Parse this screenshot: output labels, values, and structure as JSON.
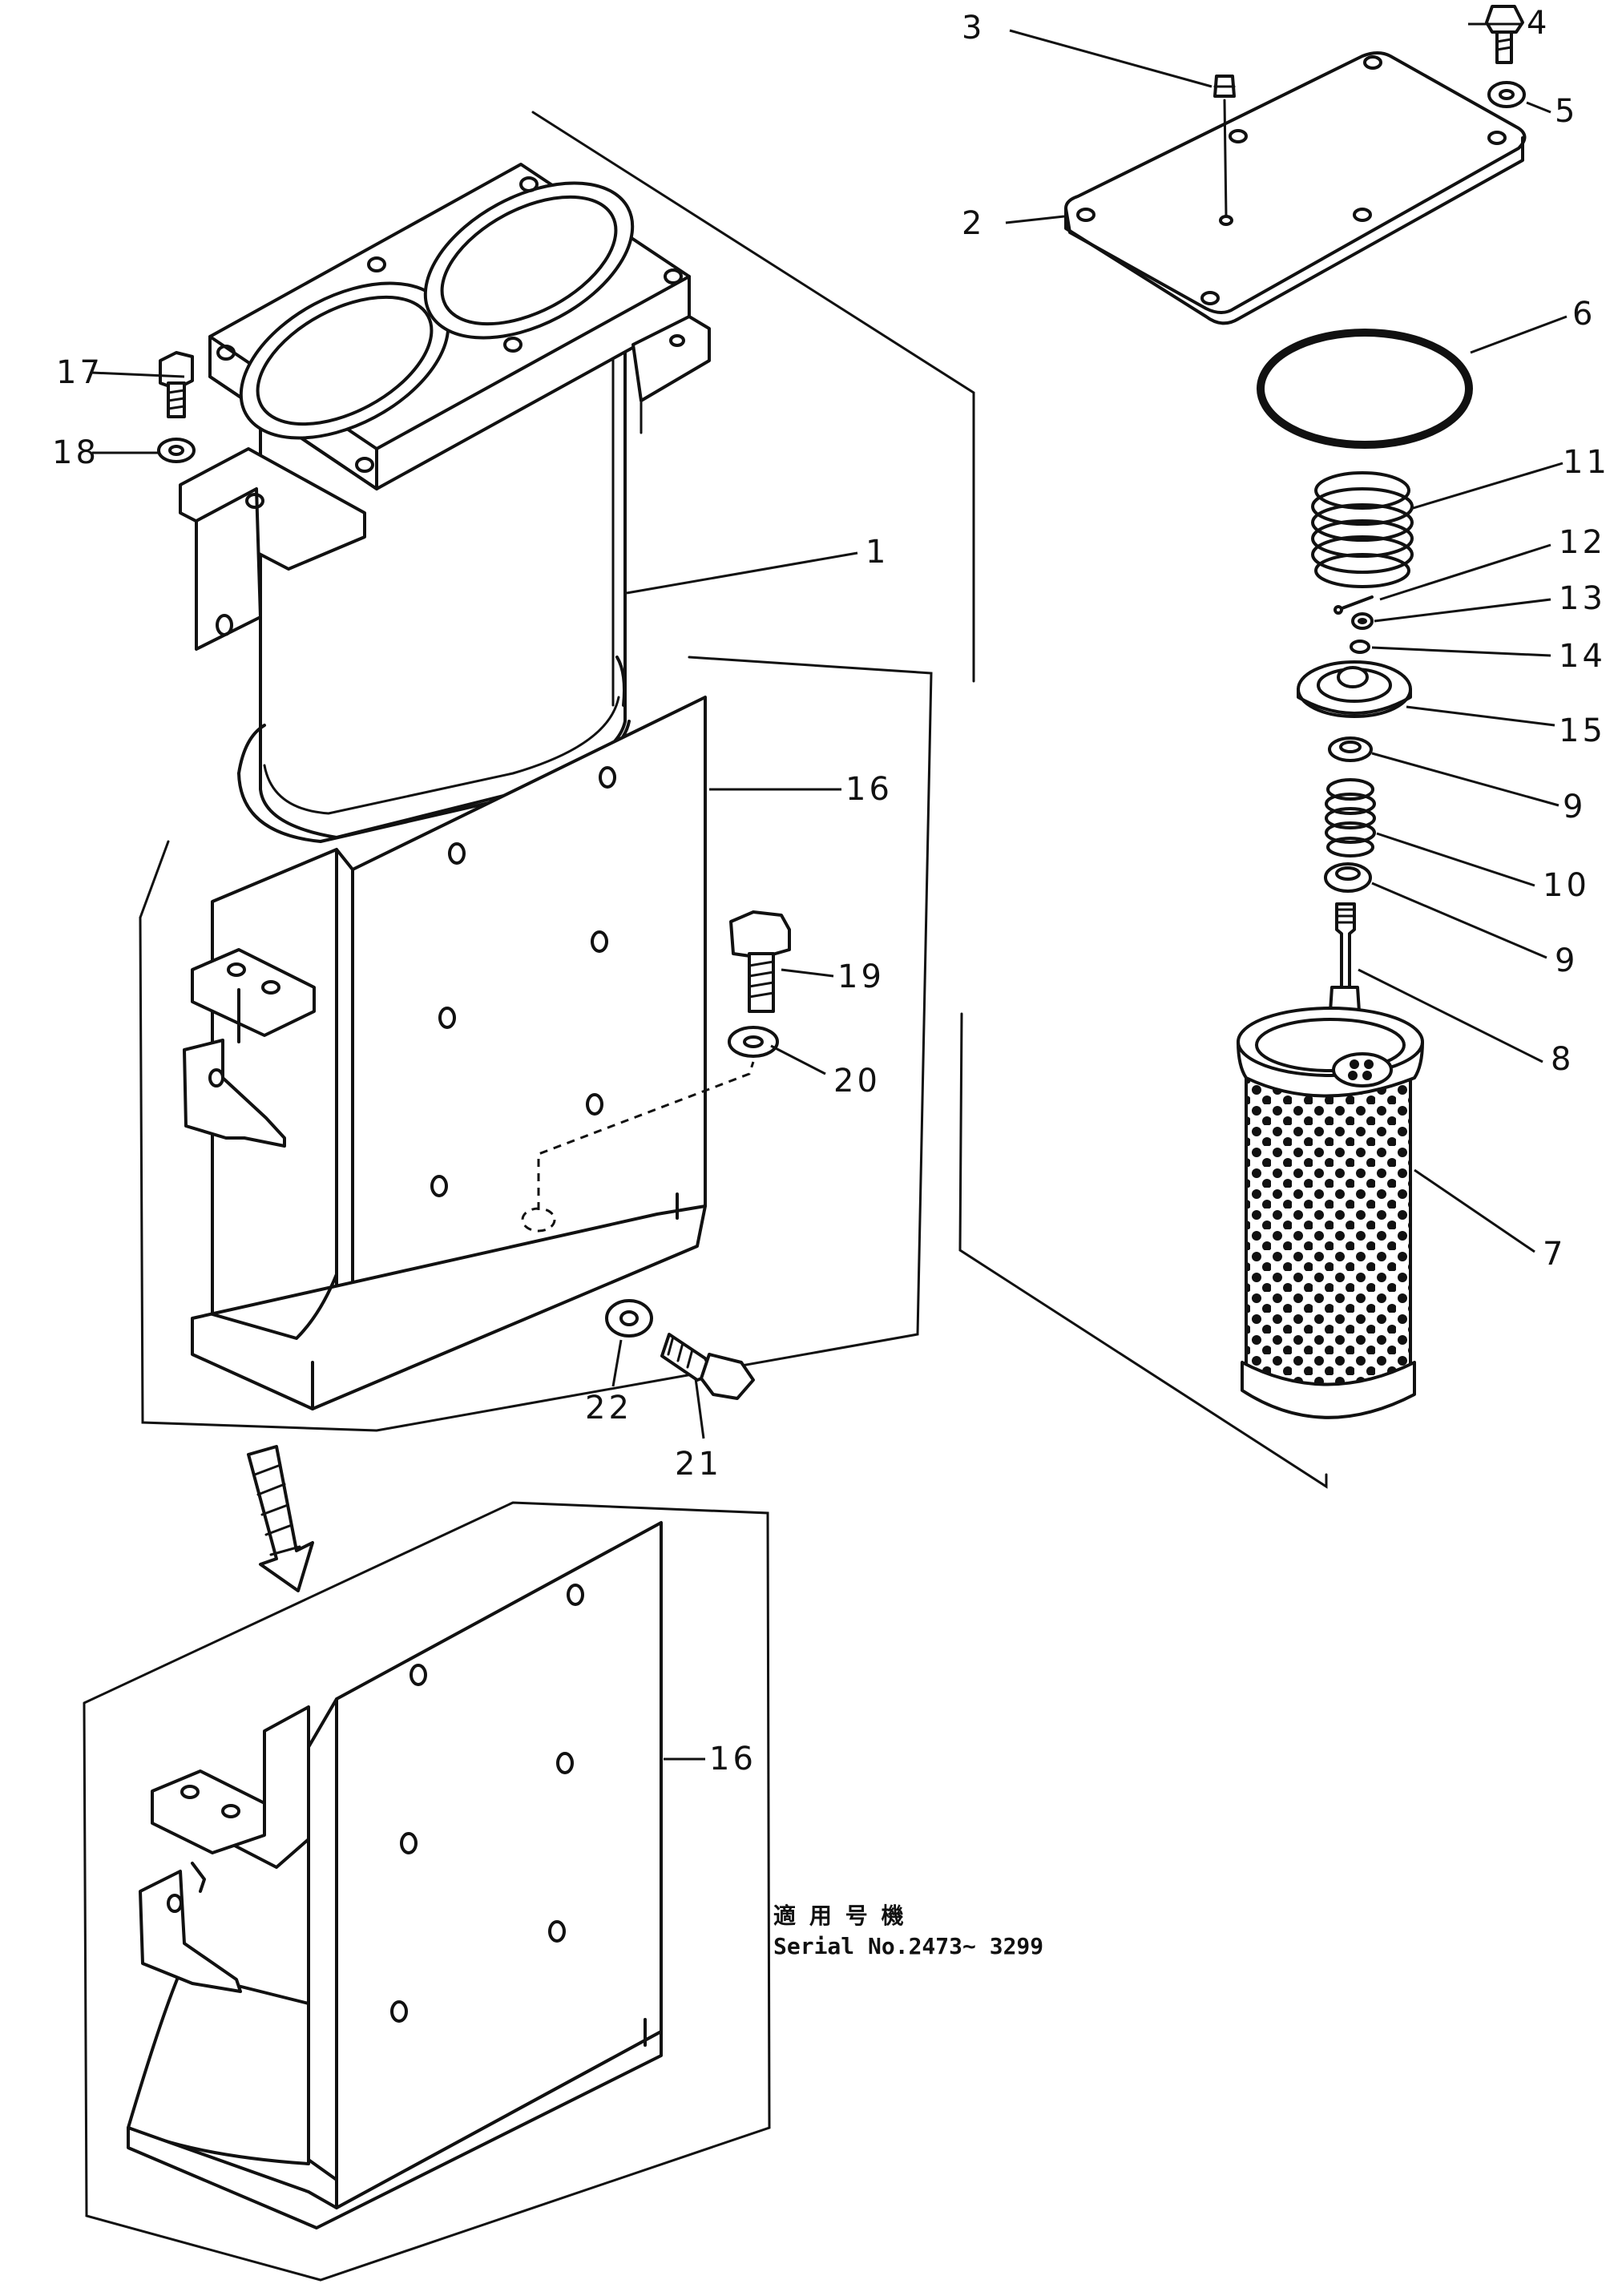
{
  "callouts": {
    "p1": "1",
    "p2": "2",
    "p3": "3",
    "p4": "4",
    "p5": "5",
    "p6": "6",
    "p7": "7",
    "p8": "8",
    "p9a": "9",
    "p9b": "9",
    "p10": "10",
    "p11": "11",
    "p12": "12",
    "p13": "13",
    "p14": "14",
    "p15": "15",
    "p16a": "16",
    "p16b": "16",
    "p17": "17",
    "p18": "18",
    "p19": "19",
    "p20": "20",
    "p21": "21",
    "p22": "22"
  },
  "serial_note": {
    "line1": "適 用 号 機",
    "line2": "Serial  No.2473~ 3299"
  },
  "colors": {
    "ink": "#111111",
    "paper": "#ffffff"
  }
}
